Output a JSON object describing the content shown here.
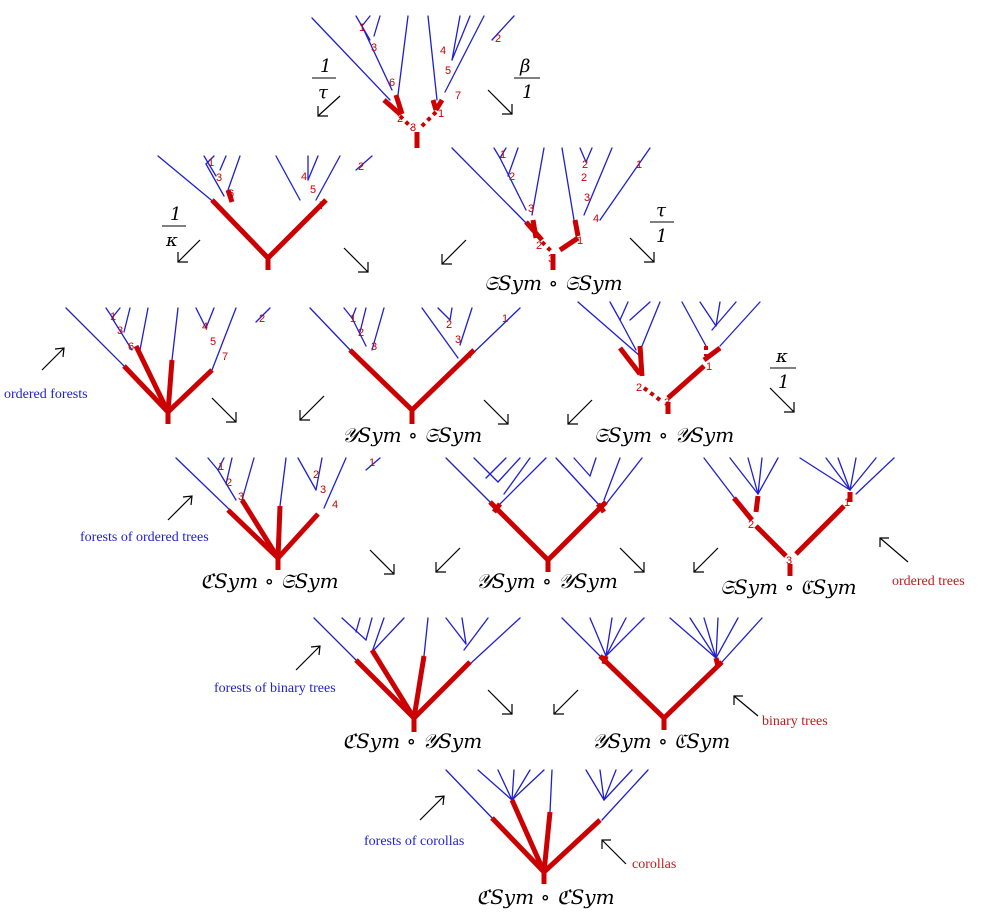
{
  "labels": {
    "ss_ss": "𝔖Sym ∘ 𝔖Sym",
    "ys_ss": "𝒴Sym ∘ 𝔖Sym",
    "ss_ys": "𝔖Sym ∘ 𝒴Sym",
    "cs_ss": "ℭSym ∘ 𝔖Sym",
    "ys_ys": "𝒴Sym ∘ 𝒴Sym",
    "ss_cs": "𝔖Sym ∘ ℭSym",
    "cs_ys": "ℭSym ∘ 𝒴Sym",
    "ys_cs": "𝒴Sym ∘ ℭSym",
    "cs_cs": "ℭSym ∘ ℭSym"
  },
  "annotations": {
    "ordered_forests": "ordered forests",
    "forests_of_ordered_trees": "forests of ordered trees",
    "ordered_trees": "ordered trees",
    "forests_of_binary_trees": "forests of binary trees",
    "binary_trees": "binary trees",
    "forests_of_corollas": "forests of corollas",
    "corollas": "corollas"
  },
  "maps": {
    "tau_num": "1",
    "tau_den": "τ",
    "beta_num": "β",
    "beta_den": "1",
    "kappa_num": "1",
    "kappa_den": "κ",
    "tau2_num": "τ",
    "tau2_den": "1",
    "kappa2_num": "κ",
    "kappa2_den": "1"
  },
  "colors": {
    "tree_leaf": "#1f1fd0",
    "tree_trunk": "#cc0000",
    "note_red": "#c01a1a",
    "note_blue": "#1f1fd0"
  }
}
